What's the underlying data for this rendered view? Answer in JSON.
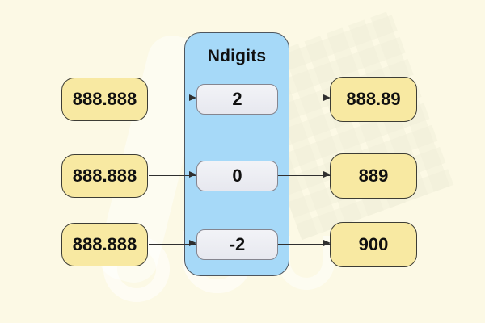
{
  "diagram": {
    "panel_title": "Ndigits",
    "rows": [
      {
        "input": "888.888",
        "ndigits": "2",
        "output": "888.89"
      },
      {
        "input": "888.888",
        "ndigits": "0",
        "output": "889"
      },
      {
        "input": "888.888",
        "ndigits": "-2",
        "output": "900"
      }
    ],
    "colors": {
      "background": "#fcf9e5",
      "value_box_fill": "#f8e9a2",
      "value_box_border": "#3d3d35",
      "panel_fill": "#a6d9f8",
      "panel_border": "#4e565e",
      "ndigits_box_fill": "#eef0f5",
      "ndigits_box_border": "#85858f",
      "arrow": "#2f2f2f",
      "text": "#101010"
    }
  }
}
